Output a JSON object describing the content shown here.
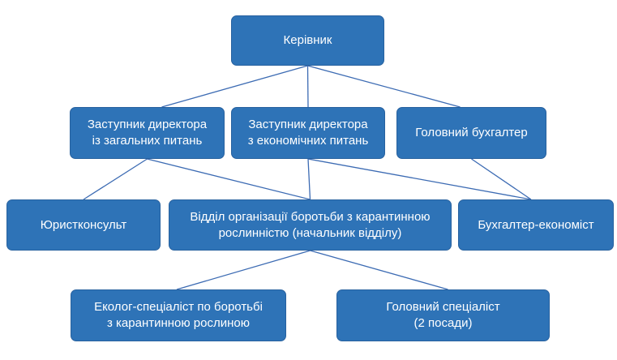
{
  "diagram": {
    "type": "org-chart",
    "nodes": [
      {
        "id": "kerivnyk",
        "label": "Керівник"
      },
      {
        "id": "deputy-general",
        "label": "Заступник директора\nіз загальних питань"
      },
      {
        "id": "deputy-economic",
        "label": "Заступник директора\nз економічних питань"
      },
      {
        "id": "chief-accountant",
        "label": "Головний бухгалтер"
      },
      {
        "id": "legal-counsel",
        "label": "Юристконсульт"
      },
      {
        "id": "quarantine-department",
        "label": "Відділ організації боротьби з карантинною\nрослинністю (начальник відділу)"
      },
      {
        "id": "accountant-economist",
        "label": "Бухгалтер-економіст"
      },
      {
        "id": "ecologist-specialist",
        "label": "Еколог-спеціаліст по боротьбі\nз карантинною рослиною"
      },
      {
        "id": "chief-specialist",
        "label": "Головний спеціаліст\n(2 посади)"
      }
    ],
    "edges": [
      {
        "from": "kerivnyk",
        "to": "deputy-general"
      },
      {
        "from": "kerivnyk",
        "to": "deputy-economic"
      },
      {
        "from": "kerivnyk",
        "to": "chief-accountant"
      },
      {
        "from": "deputy-general",
        "to": "legal-counsel"
      },
      {
        "from": "deputy-general",
        "to": "quarantine-department"
      },
      {
        "from": "deputy-economic",
        "to": "quarantine-department"
      },
      {
        "from": "deputy-economic",
        "to": "accountant-economist"
      },
      {
        "from": "chief-accountant",
        "to": "accountant-economist"
      },
      {
        "from": "quarantine-department",
        "to": "ecologist-specialist"
      },
      {
        "from": "quarantine-department",
        "to": "chief-specialist"
      }
    ],
    "colors": {
      "node_fill": "#2E73B7",
      "node_border": "#27619F",
      "connector": "#3C6BB3",
      "text": "#FFFFFF",
      "background": "#FFFFFF"
    }
  }
}
